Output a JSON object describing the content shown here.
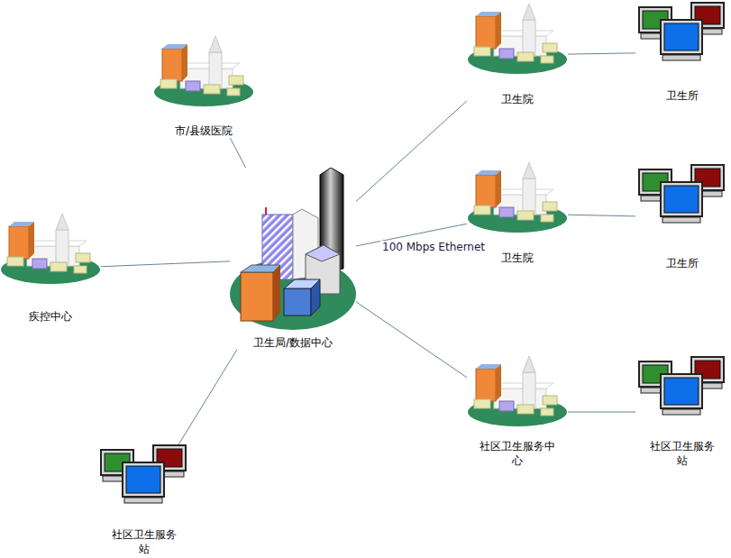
{
  "diagram": {
    "nodes": [
      {
        "text": [
          "市/县级医院"
        ]
      },
      {
        "text": [
          "卫生院"
        ]
      },
      {
        "text": [
          "卫生所"
        ]
      },
      {
        "text": [
          "疾控中心"
        ]
      },
      {
        "text": [
          "卫生院"
        ]
      },
      {
        "text": [
          "卫生所"
        ]
      },
      {
        "text": [
          "卫生局/数据中心"
        ]
      },
      {
        "text": [
          "社区卫生服务中心"
        ]
      },
      {
        "text": [
          "社区卫生服务站"
        ]
      },
      {
        "text": [
          "社区卫生服务站"
        ]
      }
    ],
    "edges": [
      {
        "from": 6,
        "to": 0,
        "arrow": "none"
      },
      {
        "from": 6,
        "to": 1,
        "arrow": "none"
      },
      {
        "from": 6,
        "to": 3,
        "arrow": "none"
      },
      {
        "from": 6,
        "to": 4,
        "label": "100 Mbps Ethernet",
        "arrow": "none"
      },
      {
        "from": 6,
        "to": 7,
        "arrow": "none"
      },
      {
        "from": 6,
        "to": 9,
        "arrow": "none"
      },
      {
        "from": 1,
        "to": 2,
        "arrow": "none"
      },
      {
        "from": 4,
        "to": 5,
        "arrow": "none"
      },
      {
        "from": 7,
        "to": 8,
        "arrow": "none"
      }
    ]
  }
}
